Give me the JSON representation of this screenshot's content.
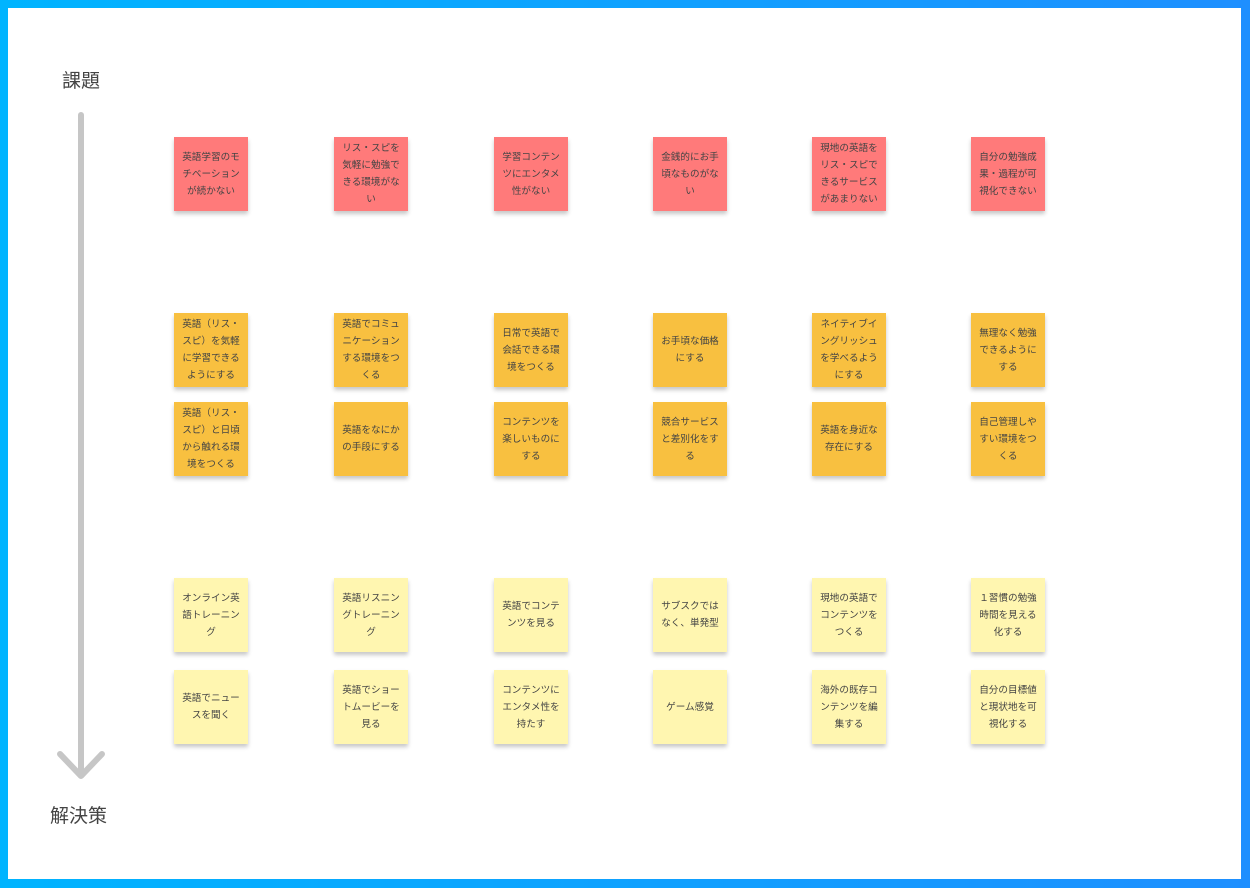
{
  "labels": {
    "top": "課題",
    "bottom": "解決策"
  },
  "colors": {
    "problem": "#ff7a7a",
    "direction": "#f8c040",
    "solution": "#fff6b0",
    "axis": "#c6c6c6"
  },
  "rows": [
    {
      "type": "problem",
      "notes": [
        "英語学習のモチベーションが続かない",
        "リス・スピを気軽に勉強できる環境がない",
        "学習コンテンツにエンタメ性がない",
        "金銭的にお手頃なものがない",
        "現地の英語をリス・スピできるサービスがあまりない",
        "自分の勉強成果・過程が可視化できない"
      ]
    },
    {
      "type": "direction",
      "notes": [
        "英語（リス・スピ）を気軽に学習できるようにする",
        "英語でコミュニケーションする環境をつくる",
        "日常で英語で会話できる環境をつくる",
        "お手頃な価格にする",
        "ネイティブイングリッシュを学べるようにする",
        "無理なく勉強できるようにする"
      ]
    },
    {
      "type": "direction",
      "notes": [
        "英語（リス・スピ）と日頃から触れる環境をつくる",
        "英語をなにかの手段にする",
        "コンテンツを楽しいものにする",
        "競合サービスと差別化をする",
        "英語を身近な存在にする",
        "自己管理しやすい環境をつくる"
      ]
    },
    {
      "type": "solution",
      "notes": [
        "オンライン英語トレーニング",
        "英語リスニングトレーニング",
        "英語でコンテンツを見る",
        "サブスクではなく、単発型",
        "現地の英語でコンテンツをつくる",
        "１習慣の勉強時間を見える化する"
      ]
    },
    {
      "type": "solution",
      "notes": [
        "英語でニュースを聞く",
        "英語でショートムービーを見る",
        "コンテンツにエンタメ性を持たす",
        "ゲーム感覚",
        "海外の既存コンテンツを編集する",
        "自分の目標値と現状地を可視化する"
      ]
    }
  ]
}
